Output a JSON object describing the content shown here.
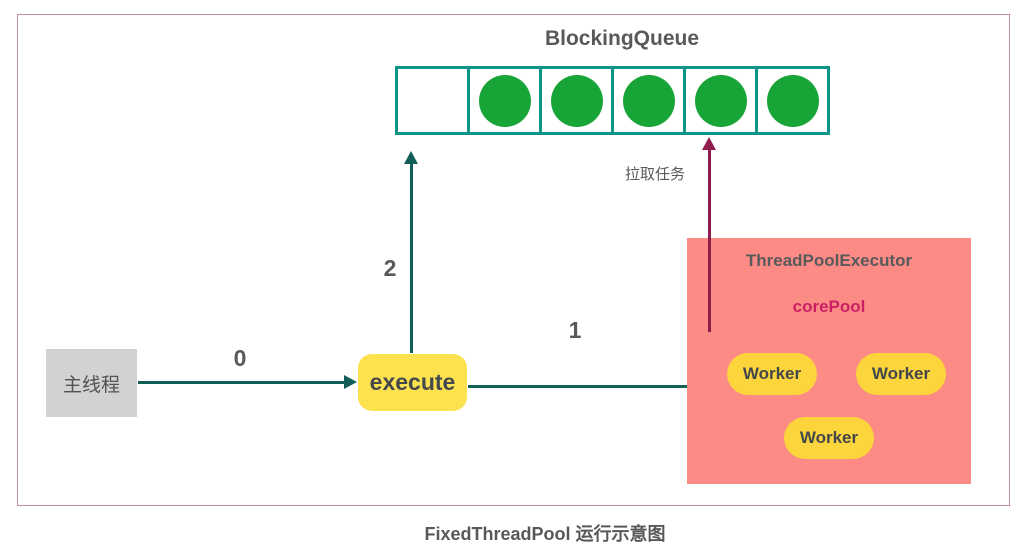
{
  "diagram": {
    "caption": "FixedThreadPool 运行示意图",
    "queue": {
      "title": "BlockingQueue",
      "cells": [
        "empty",
        "task",
        "task",
        "task",
        "task",
        "task"
      ]
    },
    "labels": {
      "step0": "0",
      "step1": "1",
      "step2": "2",
      "pull_task": "拉取任务"
    },
    "main_thread": {
      "label": "主线程"
    },
    "execute": {
      "label": "execute"
    },
    "executor": {
      "title": "ThreadPoolExecutor",
      "pool_label": "corePool",
      "workers": [
        "Worker",
        "Worker",
        "Worker"
      ]
    },
    "colors": {
      "frame_border": "#c18da2",
      "queue_border": "#0f9488",
      "task_dot": "#18a437",
      "arrow_teal": "#115e56",
      "arrow_maroon": "#8e1c4c",
      "executor_bg": "#fb8b84",
      "core_pool_text": "#cc2064",
      "execute_bg": "#fce24e",
      "worker_bg": "#fcd53c",
      "main_thread_bg": "#d2d2d2",
      "text_gray": "#58595b"
    }
  }
}
